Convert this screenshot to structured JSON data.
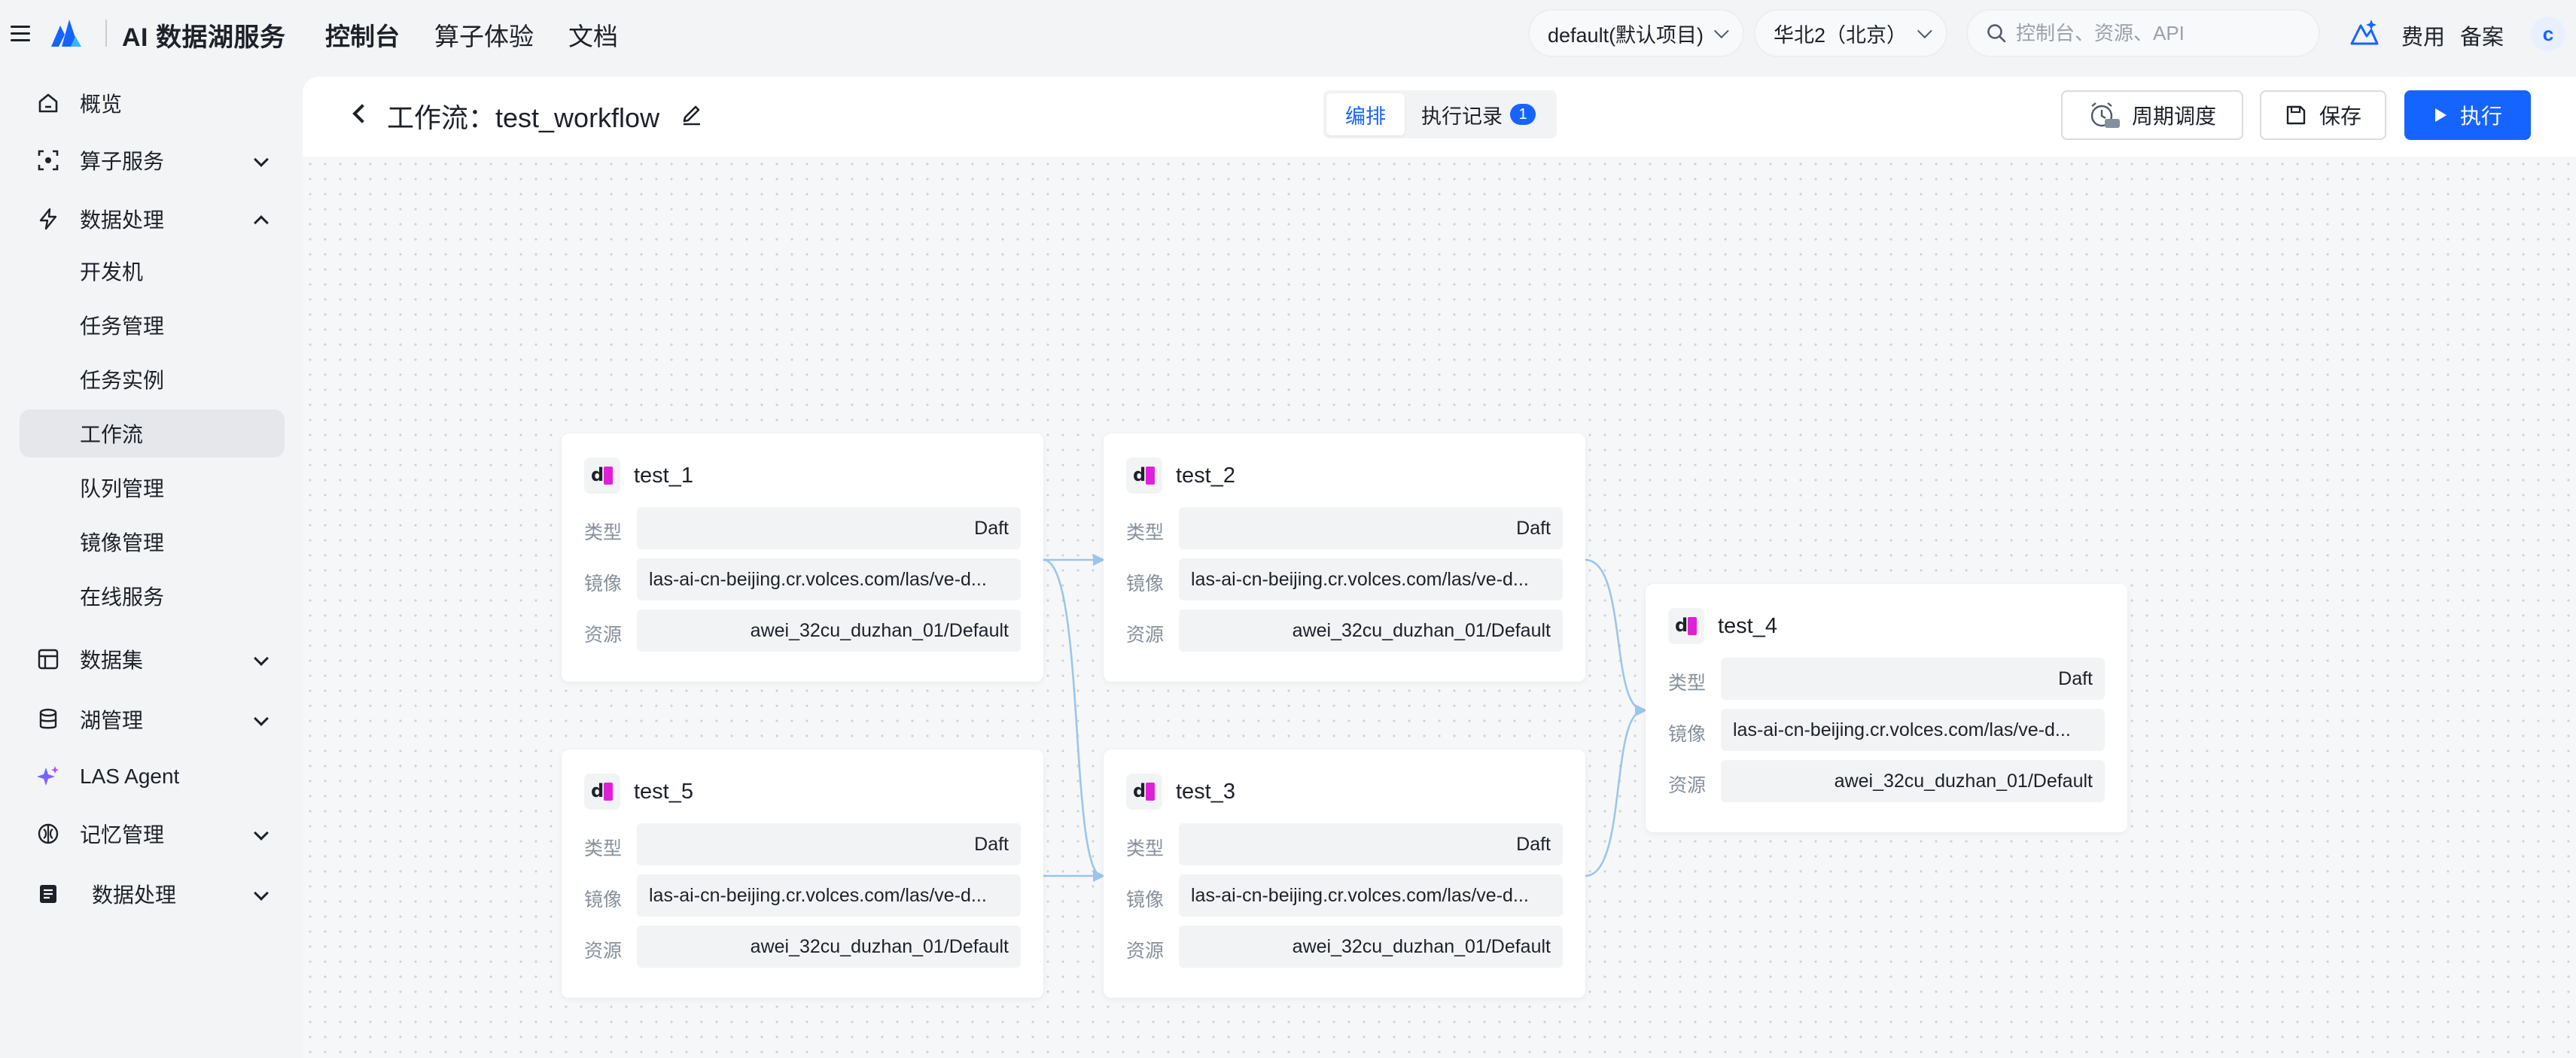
{
  "topbar": {
    "brand": "AI 数据湖服务",
    "nav": [
      "控制台",
      "算子体验",
      "文档"
    ],
    "project": "default(默认项目)",
    "region": "华北2（北京）",
    "search_placeholder": "控制台、资源、API",
    "links": {
      "fee": "费用",
      "record": "备案"
    },
    "avatar": "c",
    "accent_color": "#1664ff"
  },
  "sidebar": {
    "items": [
      {
        "label": "概览",
        "icon": "home-icon"
      },
      {
        "label": "算子服务",
        "icon": "scan-icon"
      },
      {
        "label": "数据处理",
        "icon": "lightning-icon"
      },
      {
        "label": "数据集",
        "icon": "table-icon"
      },
      {
        "label": "湖管理",
        "icon": "database-icon"
      },
      {
        "label": "LAS Agent",
        "icon": "sparkle-icon"
      },
      {
        "label": "记忆管理",
        "icon": "brain-icon"
      },
      {
        "label": "数据处理",
        "icon": "notebook-icon"
      }
    ],
    "sub_items": [
      "开发机",
      "任务管理",
      "任务实例",
      "工作流",
      "队列管理",
      "镜像管理",
      "在线服务"
    ],
    "active_sub": "工作流"
  },
  "header": {
    "title": "工作流：test_workflow",
    "tabs": {
      "edit": "编排",
      "records": "执行记录",
      "records_count": "1"
    },
    "buttons": {
      "schedule": "周期调度",
      "save": "保存",
      "run": "执行"
    }
  },
  "node_labels": {
    "type": "类型",
    "image": "镜像",
    "resource": "资源"
  },
  "nodes": [
    {
      "name": "test_1",
      "type": "Daft",
      "image": "las-ai-cn-beijing.cr.volces.com/las/ve-d...",
      "resource": "awei_32cu_duzhan_01/Default"
    },
    {
      "name": "test_2",
      "type": "Daft",
      "image": "las-ai-cn-beijing.cr.volces.com/las/ve-d...",
      "resource": "awei_32cu_duzhan_01/Default"
    },
    {
      "name": "test_4",
      "type": "Daft",
      "image": "las-ai-cn-beijing.cr.volces.com/las/ve-d...",
      "resource": "awei_32cu_duzhan_01/Default"
    },
    {
      "name": "test_5",
      "type": "Daft",
      "image": "las-ai-cn-beijing.cr.volces.com/las/ve-d...",
      "resource": "awei_32cu_duzhan_01/Default"
    },
    {
      "name": "test_3",
      "type": "Daft",
      "image": "las-ai-cn-beijing.cr.volces.com/las/ve-d...",
      "resource": "awei_32cu_duzhan_01/Default"
    }
  ],
  "edges": [
    {
      "from": "test_1",
      "to": "test_2"
    },
    {
      "from": "test_1",
      "to": "test_3"
    },
    {
      "from": "test_5",
      "to": "test_3"
    },
    {
      "from": "test_2",
      "to": "test_4"
    },
    {
      "from": "test_3",
      "to": "test_4"
    }
  ],
  "edge_color": "#9cc5eb"
}
